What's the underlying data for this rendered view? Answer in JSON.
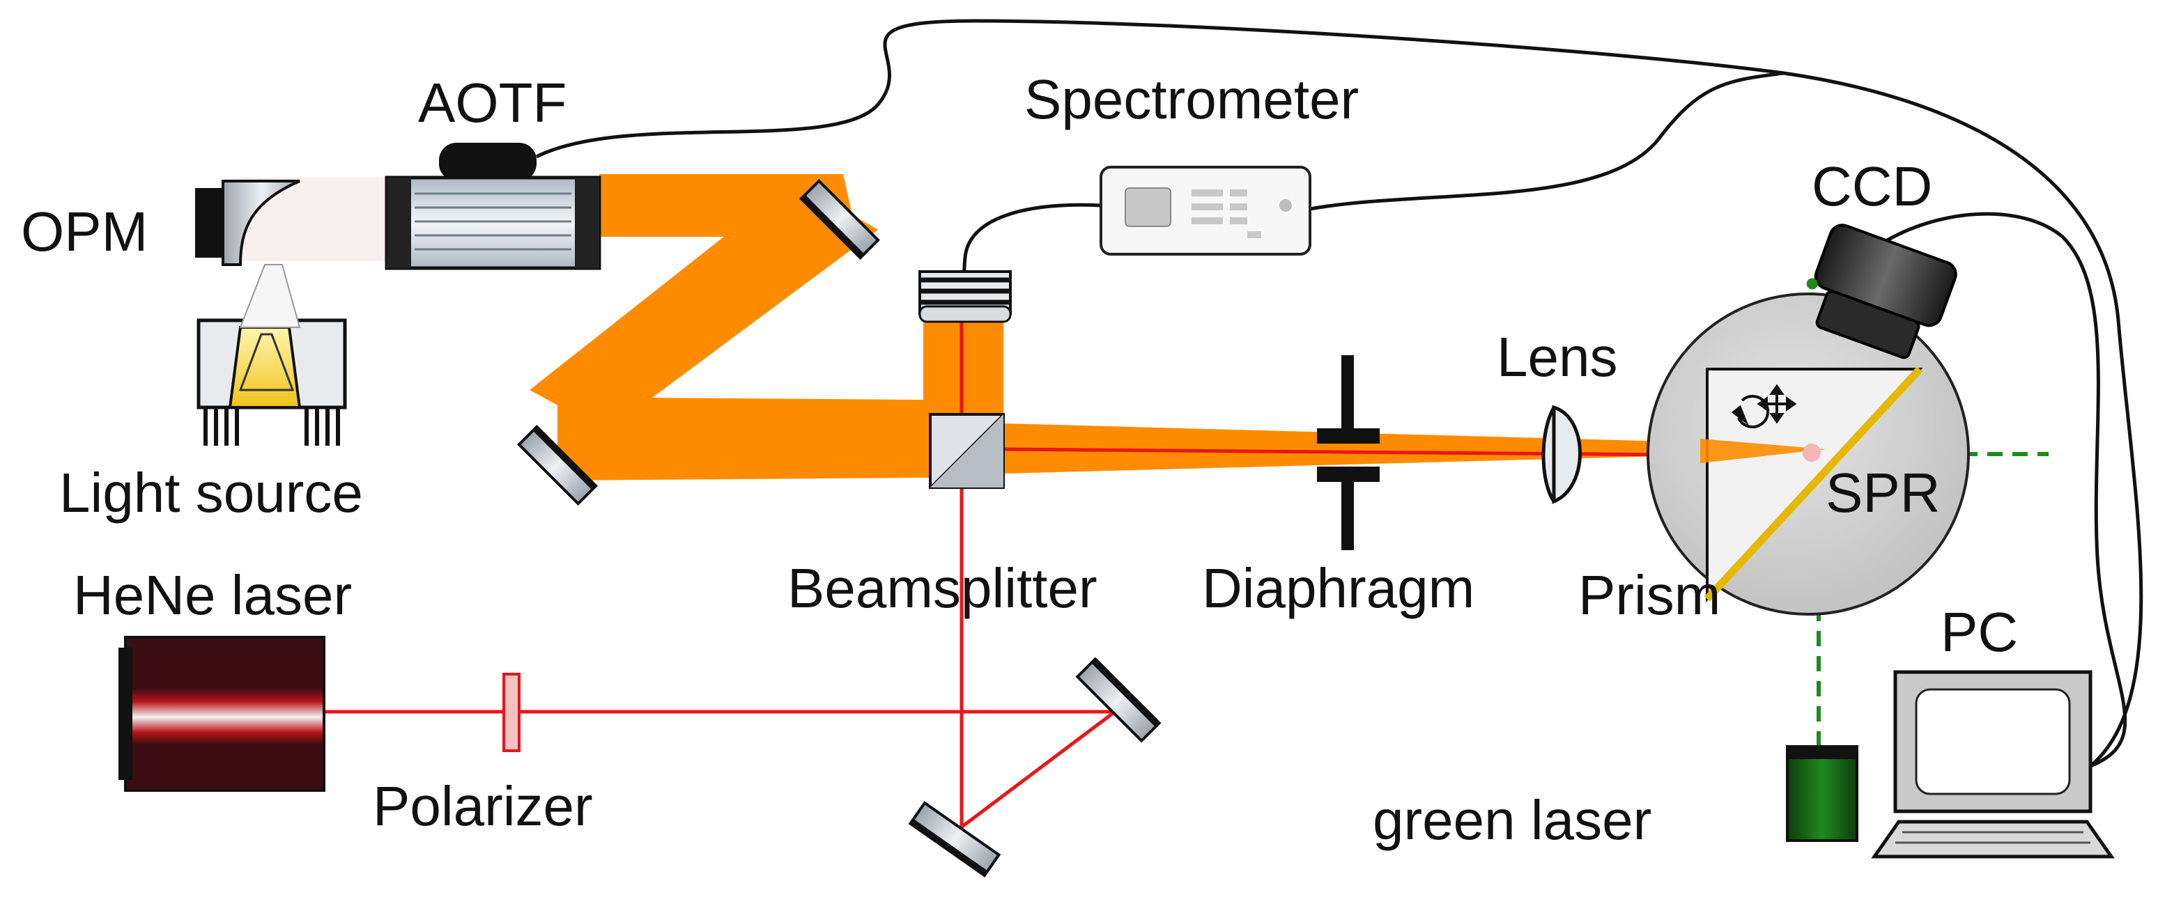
{
  "labels": {
    "aotf": "AOTF",
    "spectrometer": "Spectrometer",
    "opm": "OPM",
    "light_source": "Light source",
    "ccd": "CCD",
    "lens": "Lens",
    "spr": "SPR",
    "prism": "Prism",
    "beamsplitter": "Beamsplitter",
    "diaphragm": "Diaphragm",
    "hene_laser": "HeNe laser",
    "polarizer": "Polarizer",
    "green_laser": "green laser",
    "pc": "PC"
  },
  "colors": {
    "beam_orange": "#FF8C00",
    "laser_red": "#E8161B",
    "green_laser": "#1F8A1F",
    "cable": "#111111",
    "stage_grey": "#D2D2D2",
    "gold": "#E6B800"
  }
}
